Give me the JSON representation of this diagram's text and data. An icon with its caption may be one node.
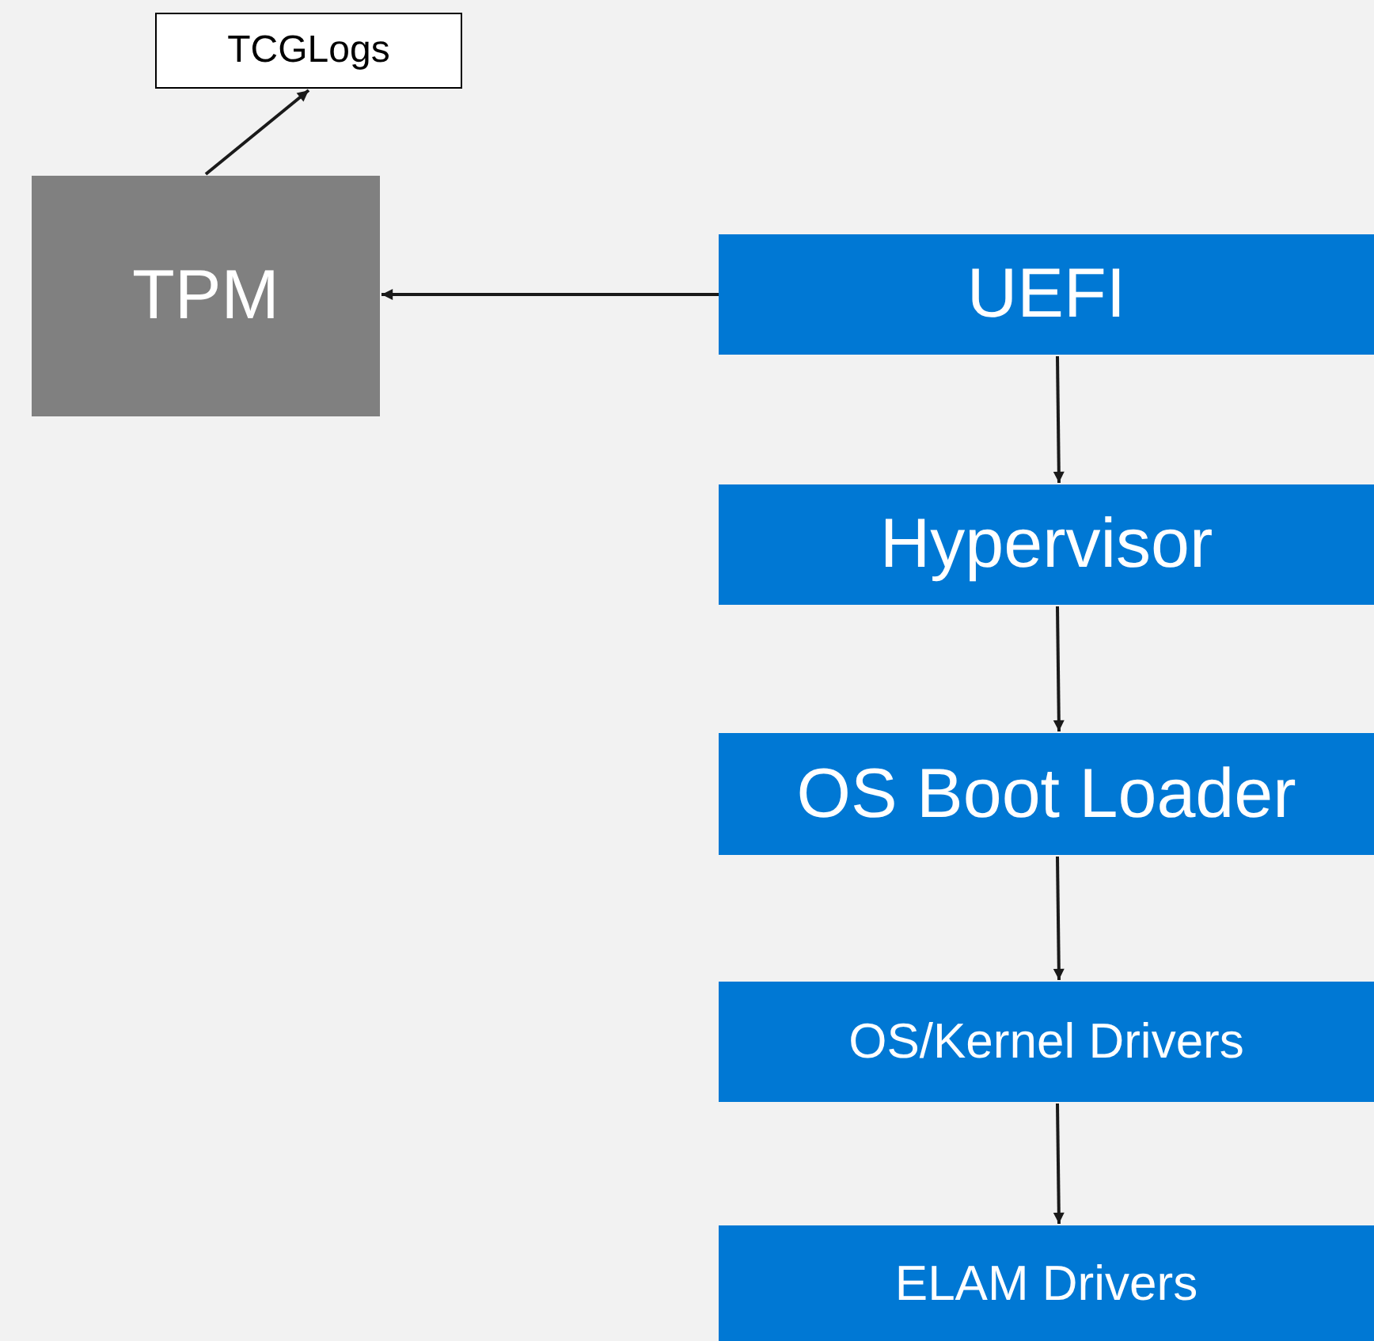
{
  "diagram": {
    "nodes": [
      {
        "text": [
          "TCGLogs"
        ]
      },
      {
        "text": [
          "TPM"
        ]
      },
      {
        "text": [
          "UEFI"
        ]
      },
      {
        "text": [
          "Hypervisor"
        ]
      },
      {
        "text": [
          "OS Boot Loader"
        ]
      },
      {
        "text": [
          "OS/Kernel Drivers"
        ]
      },
      {
        "text": [
          "ELAM Drivers"
        ]
      }
    ],
    "edges": [
      {
        "from": 1,
        "to": 0,
        "arrow": "to"
      },
      {
        "from": 2,
        "to": 1,
        "arrow": "to"
      },
      {
        "from": 2,
        "to": 3,
        "arrow": "to"
      },
      {
        "from": 3,
        "to": 4,
        "arrow": "to"
      },
      {
        "from": 4,
        "to": 5,
        "arrow": "to"
      },
      {
        "from": 5,
        "to": 6,
        "arrow": "to"
      }
    ]
  }
}
